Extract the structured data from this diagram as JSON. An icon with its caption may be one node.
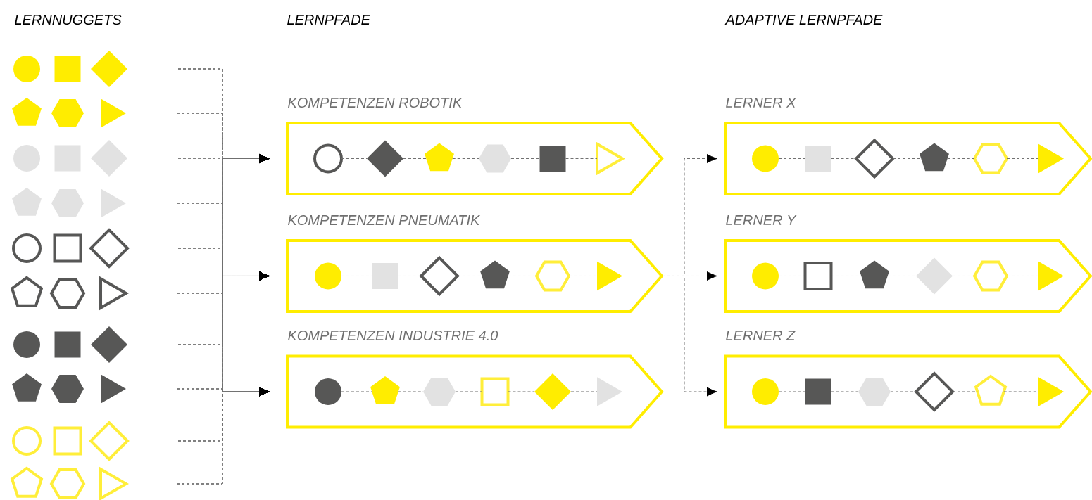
{
  "diagram": {
    "labels": [
      "LERNNUGGETS",
      "LERNPFADE",
      "ADAPTIVE LERNPFADE"
    ],
    "nodes": [
      {
        "text": [],
        "shape": "circle"
      },
      {
        "text": [],
        "shape": "box"
      },
      {
        "text": [],
        "shape": "diamond"
      },
      {
        "text": [],
        "shape": "pentagon"
      },
      {
        "text": [],
        "shape": "hexagon"
      },
      {
        "text": [],
        "shape": "triangle"
      },
      {
        "text": [],
        "shape": "circle"
      },
      {
        "text": [],
        "shape": "box"
      },
      {
        "text": [],
        "shape": "diamond"
      },
      {
        "text": [],
        "shape": "pentagon"
      },
      {
        "text": [],
        "shape": "hexagon"
      },
      {
        "text": [],
        "shape": "triangle"
      },
      {
        "text": [],
        "shape": "circle"
      },
      {
        "text": [],
        "shape": "box"
      },
      {
        "text": [],
        "shape": "diamond"
      },
      {
        "text": [],
        "shape": "pentagon"
      },
      {
        "text": [],
        "shape": "hexagon"
      },
      {
        "text": [],
        "shape": "triangle"
      },
      {
        "text": [],
        "shape": "circle"
      },
      {
        "text": [],
        "shape": "box"
      },
      {
        "text": [],
        "shape": "diamond"
      },
      {
        "text": [],
        "shape": "pentagon"
      },
      {
        "text": [],
        "shape": "hexagon"
      },
      {
        "text": [],
        "shape": "triangle"
      },
      {
        "text": [],
        "shape": "circle"
      },
      {
        "text": [],
        "shape": "box"
      },
      {
        "text": [],
        "shape": "diamond"
      },
      {
        "text": [],
        "shape": "pentagon"
      },
      {
        "text": [],
        "shape": "hexagon"
      },
      {
        "text": [],
        "shape": "triangle"
      },
      {
        "text": [
          "KOMPETENZEN ROBOTIK"
        ]
      },
      {
        "text": [],
        "shape": "circle",
        "in": 30
      },
      {
        "text": [],
        "shape": "diamond",
        "in": 30
      },
      {
        "text": [],
        "shape": "pentagon",
        "in": 30
      },
      {
        "text": [],
        "shape": "hexagon",
        "in": 30
      },
      {
        "text": [],
        "shape": "box",
        "in": 30
      },
      {
        "text": [],
        "shape": "triangle",
        "in": 30
      },
      {
        "text": [
          "KOMPETENZEN PNEUMATIK"
        ]
      },
      {
        "text": [],
        "shape": "circle",
        "in": 37
      },
      {
        "text": [],
        "shape": "box",
        "in": 37
      },
      {
        "text": [],
        "shape": "diamond",
        "in": 37
      },
      {
        "text": [],
        "shape": "pentagon",
        "in": 37
      },
      {
        "text": [],
        "shape": "hexagon",
        "in": 37
      },
      {
        "text": [],
        "shape": "triangle",
        "in": 37
      },
      {
        "text": [
          "KOMPETENZEN INDUSTRIE 4.0"
        ]
      },
      {
        "text": [],
        "shape": "circle",
        "in": 44
      },
      {
        "text": [],
        "shape": "pentagon",
        "in": 44
      },
      {
        "text": [],
        "shape": "hexagon",
        "in": 44
      },
      {
        "text": [],
        "shape": "box",
        "in": 44
      },
      {
        "text": [],
        "shape": "diamond",
        "in": 44
      },
      {
        "text": [],
        "shape": "triangle",
        "in": 44
      },
      {
        "text": [
          "LERNER X"
        ]
      },
      {
        "text": [],
        "shape": "circle",
        "in": 51
      },
      {
        "text": [],
        "shape": "box",
        "in": 51
      },
      {
        "text": [],
        "shape": "diamond",
        "in": 51
      },
      {
        "text": [],
        "shape": "pentagon",
        "in": 51
      },
      {
        "text": [],
        "shape": "hexagon",
        "in": 51
      },
      {
        "text": [],
        "shape": "triangle",
        "in": 51
      },
      {
        "text": [
          "LERNER Y"
        ]
      },
      {
        "text": [],
        "shape": "circle",
        "in": 58
      },
      {
        "text": [],
        "shape": "box",
        "in": 58
      },
      {
        "text": [],
        "shape": "pentagon",
        "in": 58
      },
      {
        "text": [],
        "shape": "diamond",
        "in": 58
      },
      {
        "text": [],
        "shape": "hexagon",
        "in": 58
      },
      {
        "text": [],
        "shape": "triangle",
        "in": 58
      },
      {
        "text": [
          "LERNER Z"
        ]
      },
      {
        "text": [],
        "shape": "circle",
        "in": 65
      },
      {
        "text": [],
        "shape": "box",
        "in": 65
      },
      {
        "text": [],
        "shape": "hexagon",
        "in": 65
      },
      {
        "text": [],
        "shape": "diamond",
        "in": 65
      },
      {
        "text": [],
        "shape": "pentagon",
        "in": 65
      },
      {
        "text": [],
        "shape": "triangle",
        "in": 65
      }
    ],
    "edges": [
      {
        "from": 2,
        "to": 30,
        "arrow": "to",
        "style": "dashed"
      },
      {
        "from": 2,
        "to": 37,
        "arrow": "to",
        "style": "dashed"
      },
      {
        "from": 2,
        "to": 44,
        "arrow": "to",
        "style": "dashed"
      },
      {
        "from": 5,
        "to": 30,
        "arrow": "to",
        "style": "dashed"
      },
      {
        "from": 5,
        "to": 37,
        "arrow": "to",
        "style": "dashed"
      },
      {
        "from": 5,
        "to": 44,
        "arrow": "to",
        "style": "dashed"
      },
      {
        "from": 8,
        "to": 30,
        "arrow": "to",
        "style": "dashed"
      },
      {
        "from": 8,
        "to": 37,
        "arrow": "to",
        "style": "dashed"
      },
      {
        "from": 8,
        "to": 44,
        "arrow": "to",
        "style": "dashed"
      },
      {
        "from": 11,
        "to": 30,
        "arrow": "to",
        "style": "dashed"
      },
      {
        "from": 11,
        "to": 37,
        "arrow": "to",
        "style": "dashed"
      },
      {
        "from": 11,
        "to": 44,
        "arrow": "to",
        "style": "dashed"
      },
      {
        "from": 14,
        "to": 30,
        "arrow": "to",
        "style": "dashed"
      },
      {
        "from": 14,
        "to": 37,
        "arrow": "to",
        "style": "dashed"
      },
      {
        "from": 14,
        "to": 44,
        "arrow": "to",
        "style": "dashed"
      },
      {
        "from": 17,
        "to": 30,
        "arrow": "to",
        "style": "dashed"
      },
      {
        "from": 17,
        "to": 37,
        "arrow": "to",
        "style": "dashed"
      },
      {
        "from": 17,
        "to": 44,
        "arrow": "to",
        "style": "dashed"
      },
      {
        "from": 20,
        "to": 30,
        "arrow": "to",
        "style": "dashed"
      },
      {
        "from": 20,
        "to": 37,
        "arrow": "to",
        "style": "dashed"
      },
      {
        "from": 20,
        "to": 44,
        "arrow": "to",
        "style": "dashed"
      },
      {
        "from": 23,
        "to": 30,
        "arrow": "to",
        "style": "dashed"
      },
      {
        "from": 23,
        "to": 37,
        "arrow": "to",
        "style": "dashed"
      },
      {
        "from": 23,
        "to": 44,
        "arrow": "to",
        "style": "dashed"
      },
      {
        "from": 26,
        "to": 30,
        "arrow": "to",
        "style": "dashed"
      },
      {
        "from": 26,
        "to": 37,
        "arrow": "to",
        "style": "dashed"
      },
      {
        "from": 26,
        "to": 44,
        "arrow": "to",
        "style": "dashed"
      },
      {
        "from": 29,
        "to": 30,
        "arrow": "to",
        "style": "dashed"
      },
      {
        "from": 29,
        "to": 37,
        "arrow": "to",
        "style": "dashed"
      },
      {
        "from": 29,
        "to": 44,
        "arrow": "to",
        "style": "dashed"
      },
      {
        "from": 37,
        "to": 51,
        "arrow": "to",
        "style": "dashed"
      },
      {
        "from": 37,
        "to": 58,
        "arrow": "to",
        "style": "dashed"
      },
      {
        "from": 37,
        "to": 65,
        "arrow": "to",
        "style": "dashed"
      },
      {
        "from": 31,
        "to": 32,
        "arrow": "none",
        "style": "dashed"
      },
      {
        "from": 32,
        "to": 33,
        "arrow": "none",
        "style": "dashed"
      },
      {
        "from": 33,
        "to": 34,
        "arrow": "none",
        "style": "dashed"
      },
      {
        "from": 34,
        "to": 35,
        "arrow": "none",
        "style": "dashed"
      },
      {
        "from": 35,
        "to": 36,
        "arrow": "none",
        "style": "dashed"
      },
      {
        "from": 38,
        "to": 39,
        "arrow": "none",
        "style": "dashed"
      },
      {
        "from": 39,
        "to": 40,
        "arrow": "none",
        "style": "dashed"
      },
      {
        "from": 40,
        "to": 41,
        "arrow": "none",
        "style": "dashed"
      },
      {
        "from": 41,
        "to": 42,
        "arrow": "none",
        "style": "dashed"
      },
      {
        "from": 42,
        "to": 43,
        "arrow": "none",
        "style": "dashed"
      },
      {
        "from": 45,
        "to": 46,
        "arrow": "none",
        "style": "dashed"
      },
      {
        "from": 46,
        "to": 47,
        "arrow": "none",
        "style": "dashed"
      },
      {
        "from": 47,
        "to": 48,
        "arrow": "none",
        "style": "dashed"
      },
      {
        "from": 48,
        "to": 49,
        "arrow": "none",
        "style": "dashed"
      },
      {
        "from": 49,
        "to": 50,
        "arrow": "none",
        "style": "dashed"
      },
      {
        "from": 52,
        "to": 53,
        "arrow": "none",
        "style": "dashed"
      },
      {
        "from": 53,
        "to": 54,
        "arrow": "none",
        "style": "dashed"
      },
      {
        "from": 54,
        "to": 55,
        "arrow": "none",
        "style": "dashed"
      },
      {
        "from": 55,
        "to": 56,
        "arrow": "none",
        "style": "dashed"
      },
      {
        "from": 56,
        "to": 57,
        "arrow": "none",
        "style": "dashed"
      },
      {
        "from": 59,
        "to": 60,
        "arrow": "none",
        "style": "dashed"
      },
      {
        "from": 60,
        "to": 61,
        "arrow": "none",
        "style": "dashed"
      },
      {
        "from": 61,
        "to": 62,
        "arrow": "none",
        "style": "dashed"
      },
      {
        "from": 62,
        "to": 63,
        "arrow": "none",
        "style": "dashed"
      },
      {
        "from": 63,
        "to": 64,
        "arrow": "none",
        "style": "dashed"
      },
      {
        "from": 66,
        "to": 67,
        "arrow": "none",
        "style": "dashed"
      },
      {
        "from": 67,
        "to": 68,
        "arrow": "none",
        "style": "dashed"
      },
      {
        "from": 68,
        "to": 69,
        "arrow": "none",
        "style": "dashed"
      },
      {
        "from": 69,
        "to": 70,
        "arrow": "none",
        "style": "dashed"
      },
      {
        "from": 70,
        "to": 71,
        "arrow": "none",
        "style": "dashed"
      }
    ]
  }
}
